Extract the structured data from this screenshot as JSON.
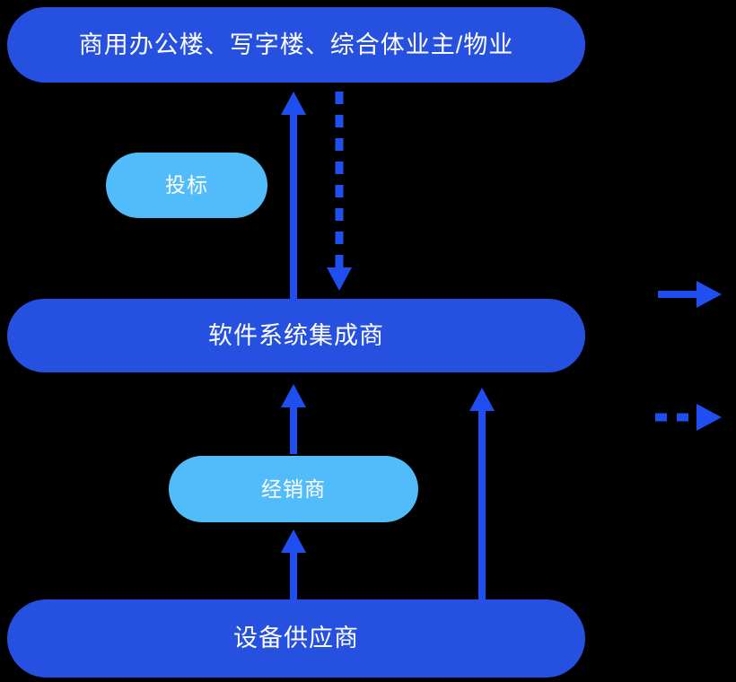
{
  "diagram": {
    "title": "",
    "background_color": "#000000",
    "colors": {
      "primary_node": "#2550E0",
      "secondary_node": "#52BCFA",
      "arrow": "#1F4FF0",
      "node_text": "#FFFFFF"
    },
    "nodes": [
      {
        "id": "owners",
        "label": "商用办公楼、写字楼、综合体业主/物业",
        "style": "primary"
      },
      {
        "id": "bid",
        "label": "投标",
        "style": "secondary"
      },
      {
        "id": "integrator",
        "label": "软件系统集成商",
        "style": "primary"
      },
      {
        "id": "distributor",
        "label": "经销商",
        "style": "secondary"
      },
      {
        "id": "supplier",
        "label": "设备供应商",
        "style": "primary"
      }
    ],
    "connectors": [
      {
        "id": "integrator-to-owners",
        "line_style": "solid",
        "direction": "up",
        "from": "integrator",
        "to": "owners"
      },
      {
        "id": "owners-to-integrator",
        "line_style": "dashed",
        "direction": "down",
        "from": "owners",
        "to": "integrator"
      },
      {
        "id": "distributor-to-integrator",
        "line_style": "solid",
        "direction": "up",
        "from": "distributor",
        "to": "integrator"
      },
      {
        "id": "supplier-to-integrator",
        "line_style": "solid",
        "direction": "up",
        "from": "supplier",
        "to": "integrator"
      },
      {
        "id": "supplier-to-distributor",
        "line_style": "solid",
        "direction": "up",
        "from": "supplier",
        "to": "distributor"
      }
    ],
    "legend": [
      {
        "id": "legend-solid",
        "line_style": "solid",
        "direction": "right",
        "label": ""
      },
      {
        "id": "legend-dashed",
        "line_style": "dashed",
        "direction": "right",
        "label": ""
      }
    ]
  }
}
